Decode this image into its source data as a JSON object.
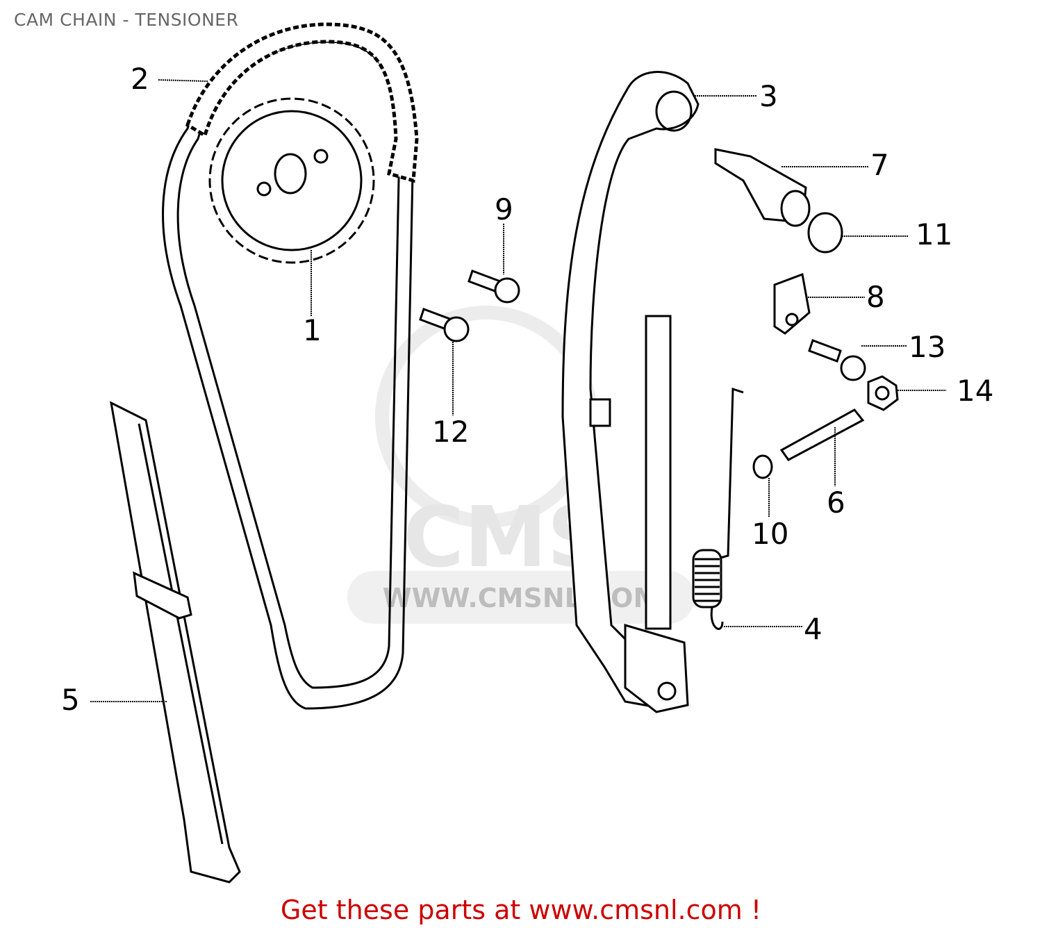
{
  "title": "CAM CHAIN - TENSIONER",
  "footer": "Get these parts at www.cmsnl.com !",
  "watermark": {
    "logo": "CMS",
    "url": "WWW.CMSNL.COM"
  },
  "callouts": [
    "1",
    "2",
    "3",
    "4",
    "5",
    "6",
    "7",
    "8",
    "9",
    "10",
    "11",
    "12",
    "13",
    "14"
  ],
  "colors": {
    "footer": "#cc0000",
    "title": "#666666"
  }
}
